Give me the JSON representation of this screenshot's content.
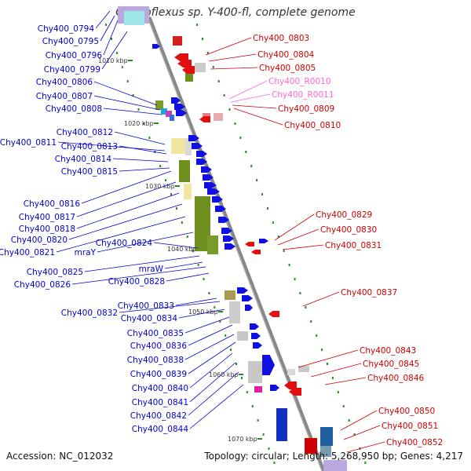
{
  "title": "Chloroflexus sp. Y-400-fl, complete genome",
  "footer": {
    "accession": "Accession: NC_012032",
    "topology": "Topology: circular; Length: 5,268,950 bp; Genes: 4,217"
  },
  "colors": {
    "left_label": "#0000cc",
    "right_label": "#cc0000",
    "rna_label": "#ff66cc",
    "backbone": "#888888",
    "tick": "#2a8a2a"
  },
  "kbp_ticks": [
    "1010 kbp",
    "1020 kbp",
    "1030 kbp",
    "1040 kbp",
    "1050 kbp",
    "1060 kbp",
    "1070 kbp"
  ],
  "left_genes": [
    "Chy400_0794",
    "Chy400_0795",
    "Chy400_0796",
    "Chy400_0799",
    "Chy400_0806",
    "Chy400_0807",
    "Chy400_0808",
    "Chy400_0812",
    "Chy400_0811",
    "Chy400_0813",
    "Chy400_0814",
    "Chy400_0815",
    "Chy400_0816",
    "Chy400_0817",
    "Chy400_0818",
    "Chy400_0820",
    "Chy400_0821",
    "mraY",
    "Chy400_0824",
    "Chy400_0825",
    "mraW",
    "Chy400_0826",
    "Chy400_0828",
    "Chy400_0833",
    "Chy400_0832",
    "Chy400_0834",
    "Chy400_0835",
    "Chy400_0836",
    "Chy400_0838",
    "Chy400_0839",
    "Chy400_0840",
    "Chy400_0841",
    "Chy400_0842",
    "Chy400_0844"
  ],
  "right_genes": [
    "Chy400_0803",
    "Chy400_0804",
    "Chy400_0805",
    "Chy400_R0010",
    "Chy400_R0011",
    "Chy400_0809",
    "Chy400_0810",
    "Chy400_0829",
    "Chy400_0830",
    "Chy400_0831",
    "Chy400_0837",
    "Chy400_0843",
    "Chy400_0845",
    "Chy400_0846",
    "Chy400_0850",
    "Chy400_0851",
    "Chy400_0852"
  ]
}
